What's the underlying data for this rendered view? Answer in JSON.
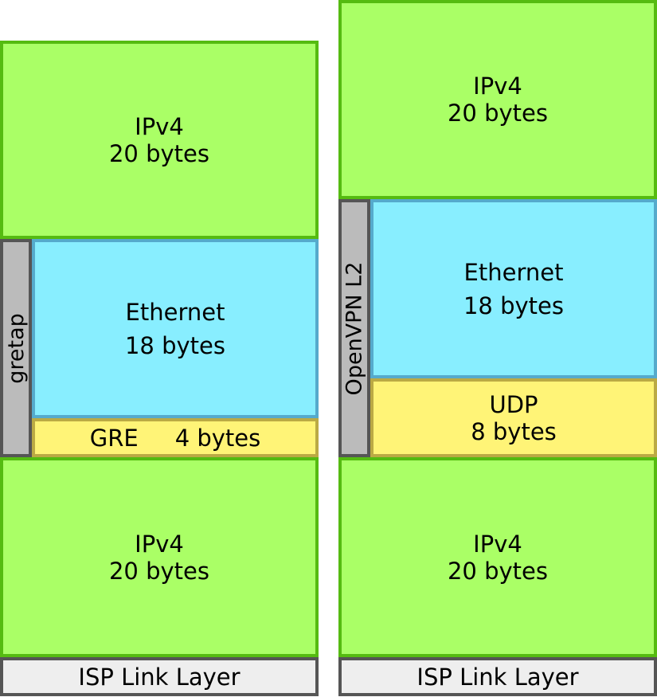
{
  "left_stack": {
    "outer_ipv4": {
      "name": "IPv4",
      "size": "20 bytes"
    },
    "ethernet": {
      "name": "Ethernet",
      "size": "18 bytes"
    },
    "gre": {
      "name": "GRE",
      "size": "4 bytes"
    },
    "tunnel_label": "gretap",
    "inner_ipv4": {
      "name": "IPv4",
      "size": "20 bytes"
    },
    "link_layer": "ISP Link Layer"
  },
  "right_stack": {
    "outer_ipv4": {
      "name": "IPv4",
      "size": "20 bytes"
    },
    "ethernet": {
      "name": "Ethernet",
      "size": "18 bytes"
    },
    "udp": {
      "name": "UDP",
      "size": "8 bytes"
    },
    "tunnel_label": "OpenVPN L2",
    "inner_ipv4": {
      "name": "IPv4",
      "size": "20 bytes"
    },
    "link_layer": "ISP Link Layer"
  },
  "colors": {
    "ipv4_fill": "#aaff66",
    "ipv4_border": "#55bb11",
    "ethernet_fill": "#88eeff",
    "ethernet_border": "#55aacc",
    "header_fill": "#fff477",
    "header_border": "#bbaa44",
    "tunnel_fill": "#bbbbbb",
    "link_fill": "#eeeeee",
    "outline": "#555555"
  }
}
